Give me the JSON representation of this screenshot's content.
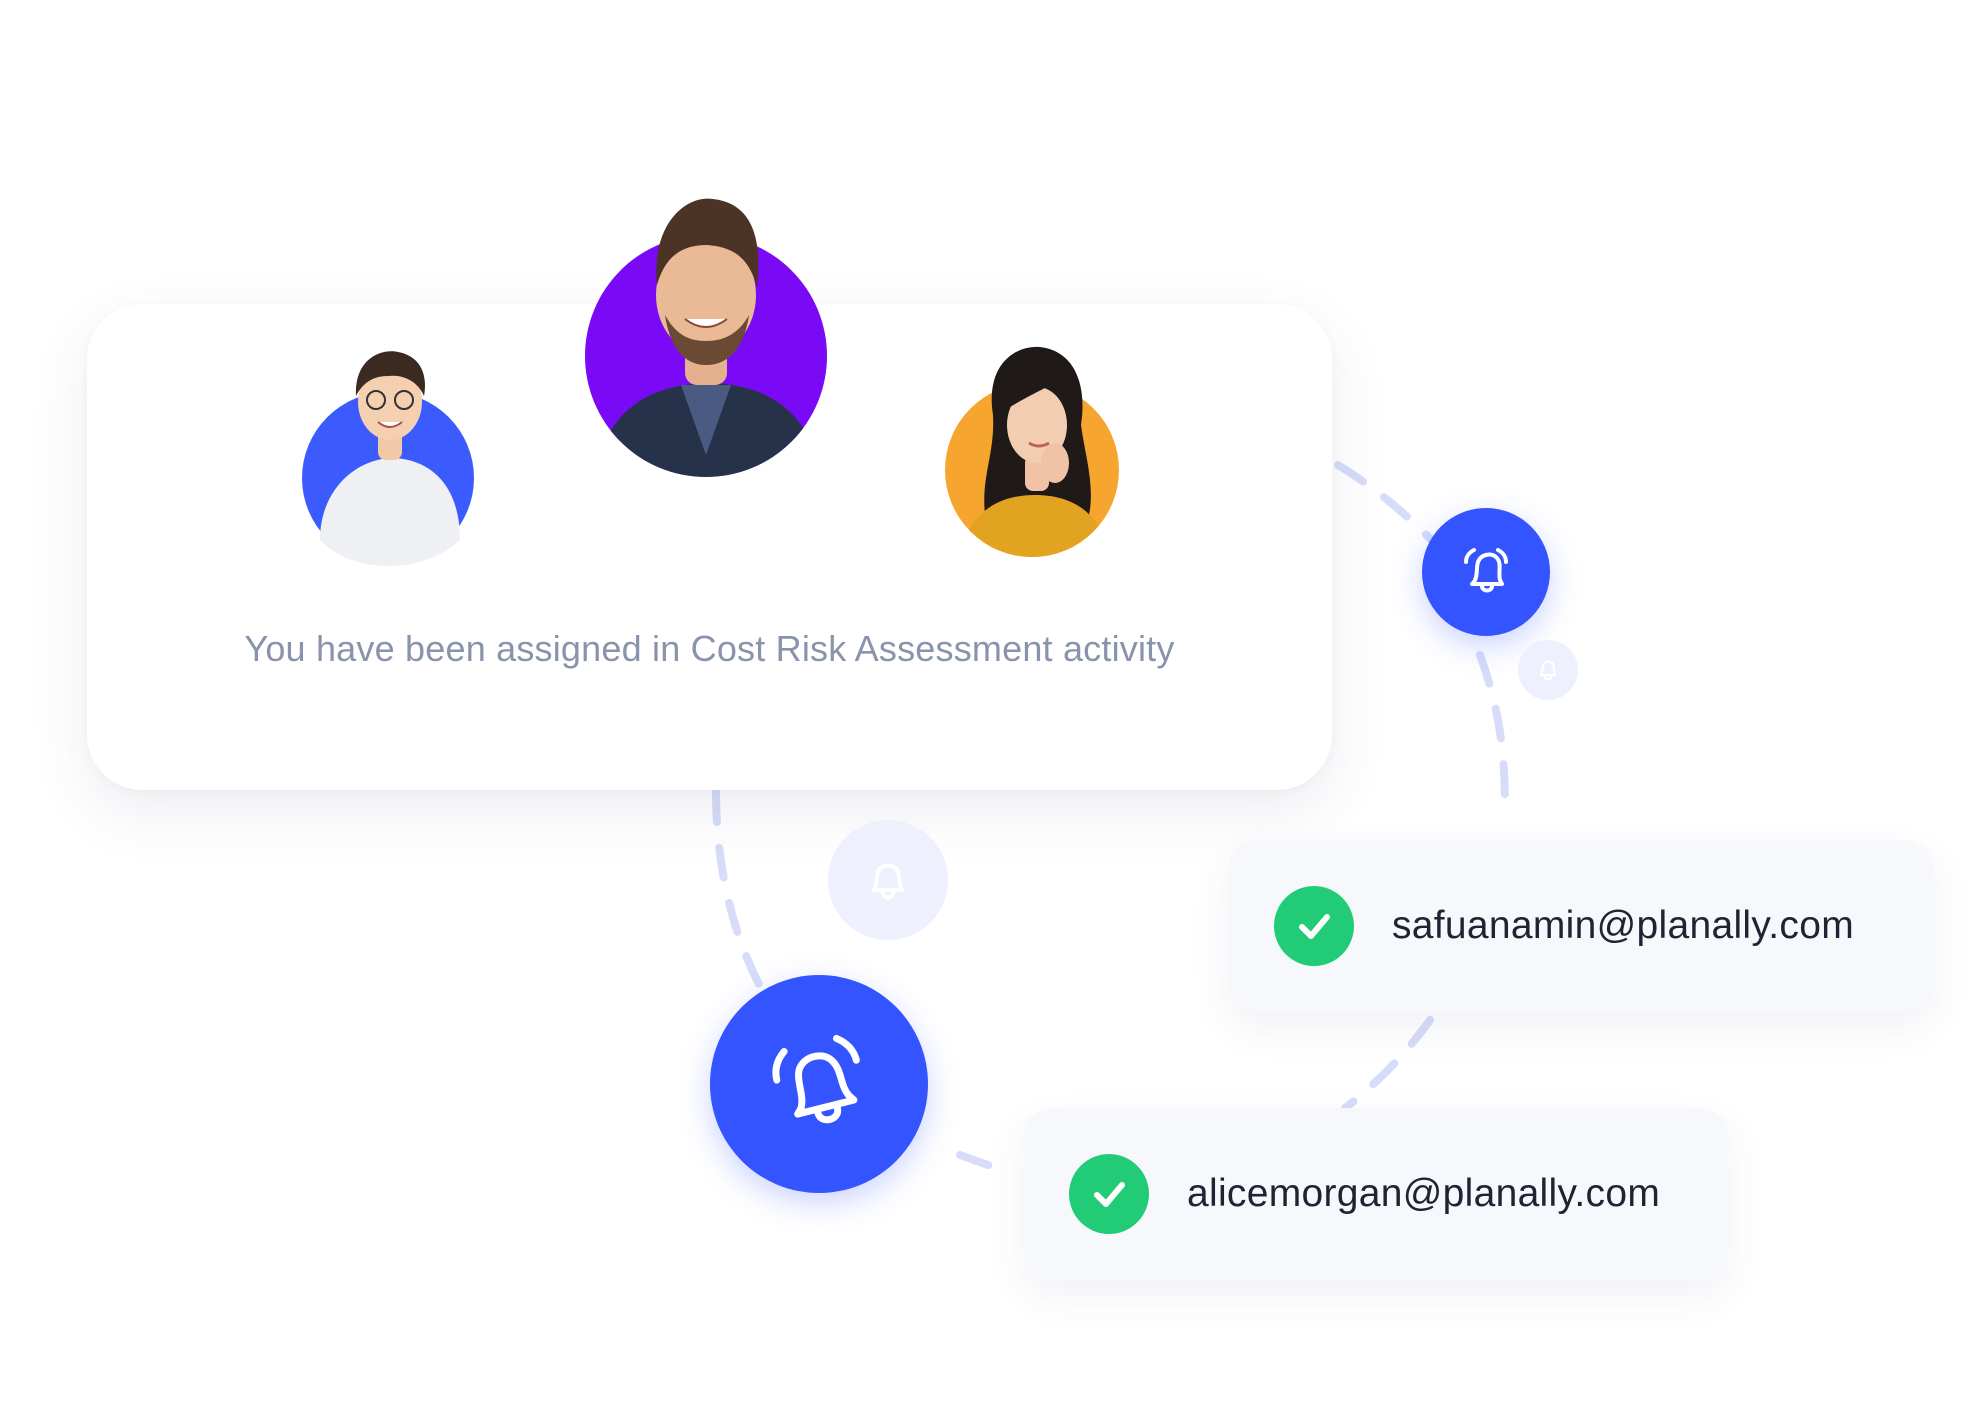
{
  "notification": {
    "message": "You have been assigned in Cost Risk Assessment activity"
  },
  "avatars": [
    {
      "name": "avatar-left",
      "ring_color": "#3b5bff"
    },
    {
      "name": "avatar-center",
      "ring_color": "#7a0af5"
    },
    {
      "name": "avatar-right",
      "ring_color": "#f6a52e"
    }
  ],
  "assignees": [
    {
      "email": "safuanamin@planally.com",
      "status": "confirmed"
    },
    {
      "email": "alicemorgan@planally.com",
      "status": "confirmed"
    }
  ],
  "icons": {
    "bell": "bell-ringing-icon",
    "bell_faint": "bell-icon",
    "check": "check-icon"
  },
  "colors": {
    "primary": "#3354ff",
    "success": "#22cc77",
    "connector": "#d3daf8"
  }
}
